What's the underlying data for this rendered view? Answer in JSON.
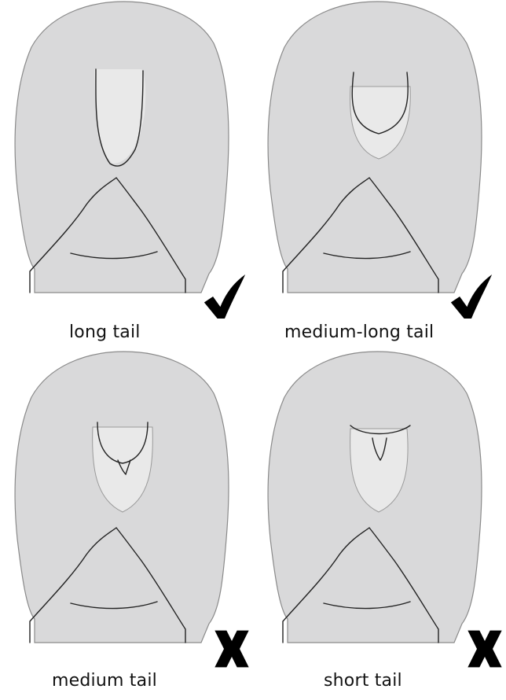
{
  "panels": [
    {
      "id": "long",
      "label": "long tail",
      "verdict": "check"
    },
    {
      "id": "medium-long",
      "label": "medium-long tail",
      "verdict": "check"
    },
    {
      "id": "medium",
      "label": "medium tail",
      "verdict": "cross"
    },
    {
      "id": "short",
      "label": "short tail",
      "verdict": "cross"
    }
  ],
  "colors": {
    "wool": "#d9d9da",
    "skin": "#e9e9e9",
    "outline": "#222222",
    "mark": "#000000"
  },
  "icons": {
    "check": "check-mark-icon",
    "cross": "cross-mark-icon"
  }
}
